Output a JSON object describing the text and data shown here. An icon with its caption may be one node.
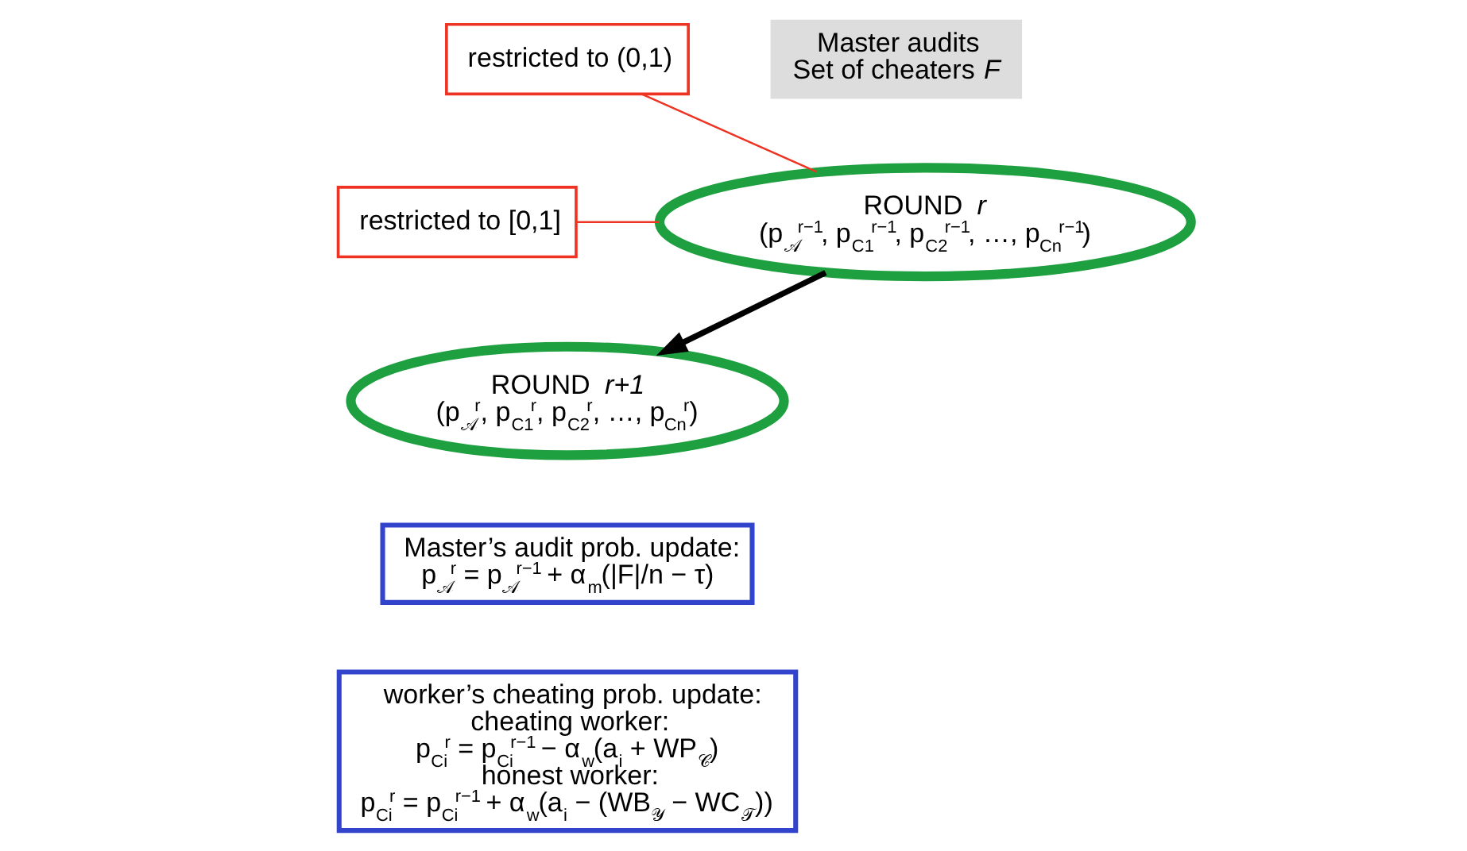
{
  "diagram": {
    "nodes": [
      {
        "text": [
          "ROUND *r*",
          "(p$_{𝒜}$$^{r−1}$, p$_{C1}$$^{r−1}$, p$_{C2}$$^{r−1}$, …, p$_{Cn}$$^{r−1}$)"
        ]
      },
      {
        "text": [
          "restricted to [0,1]"
        ]
      },
      {
        "text": [
          "restricted to (0,1)"
        ]
      },
      {
        "text": [
          "Master audits",
          "Set of cheaters *F*"
        ]
      },
      {
        "text": [
          "ROUND *r+1*",
          "(p$_{𝒜}$$^{r}$, p$_{C1}$$^{r}$, p$_{C2}$$^{r}$, …, p$_{Cn}$$^{r}$)"
        ]
      },
      {
        "text": [
          "Master’s audit prob. update:",
          "p$_{𝒜}$$^{r}$ = p$_{𝒜}$$^{r−1}$ + α$_{m}$(|F|/n − τ)"
        ]
      },
      {
        "text": [
          "worker’s cheating prob. update:",
          "cheating worker:",
          "p$_{Ci}$$^{r}$ = p$_{Ci}$$^{r−1}$ − α$_{w}$(a$_{i}$ + WP$_{𝒞}$)",
          "honest worker:",
          "p$_{Ci}$$^{r}$ = p$_{Ci}$$^{r−1}$ + α$_{w}$(a$_{i}$ − (WB$_{𝒴}$ − WC$_{𝒯}$))"
        ]
      }
    ],
    "edges": [
      {
        "from": 1,
        "to": 0,
        "arrow": "none"
      },
      {
        "from": 2,
        "to": 0,
        "arrow": "none"
      },
      {
        "from": 0,
        "to": 4,
        "arrow": "to",
        "style": "thick",
        "color": "#000000"
      }
    ]
  }
}
